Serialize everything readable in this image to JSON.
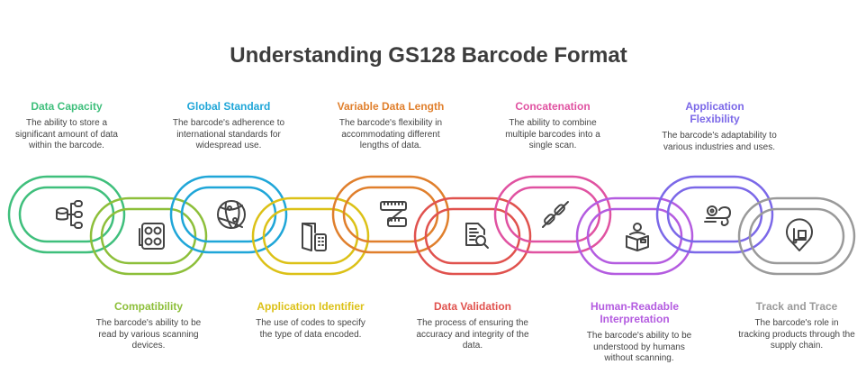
{
  "title": "Understanding GS128 Barcode Format",
  "items": [
    {
      "name": "Data Capacity",
      "desc": "The ability to store a significant amount of data within the barcode.",
      "color": "#3fbf7c",
      "row": "top",
      "icon": "database-icon"
    },
    {
      "name": "Compatibility",
      "desc": "The barcode's ability to be read by various scanning devices.",
      "color": "#8dbf3a",
      "row": "bottom",
      "icon": "outlet-icon"
    },
    {
      "name": "Global Standard",
      "desc": "The barcode's adherence to international standards for widespread use.",
      "color": "#1fa6d8",
      "row": "top",
      "icon": "globe-icon"
    },
    {
      "name": "Application Identifier",
      "desc": "The use of codes to specify the type of data encoded.",
      "color": "#dcc117",
      "row": "bottom",
      "icon": "door-keypad-icon"
    },
    {
      "name": "Variable Data Length",
      "desc": "The barcode's flexibility in accommodating different lengths of data.",
      "color": "#e07f2c",
      "row": "top",
      "icon": "measuring-tape-icon"
    },
    {
      "name": "Data Validation",
      "desc": "The process of ensuring the accuracy and integrity of the data.",
      "color": "#e0524e",
      "row": "bottom",
      "icon": "document-search-icon"
    },
    {
      "name": "Concatenation",
      "desc": "The ability to combine multiple barcodes into a single scan.",
      "color": "#e052a1",
      "row": "top",
      "icon": "chain-icon"
    },
    {
      "name": "Human-Readable Interpretation",
      "desc": "The barcode's ability to be understood by humans without scanning.",
      "color": "#b45ce0",
      "row": "bottom",
      "icon": "reader-icon"
    },
    {
      "name": "Application Flexibility",
      "desc": "The barcode's adaptability to various industries and uses.",
      "color": "#7b68e8",
      "row": "top",
      "icon": "chameleon-icon"
    },
    {
      "name": "Track and Trace",
      "desc": "The barcode's role in tracking products through the supply chain.",
      "color": "#9a9a9a",
      "row": "bottom",
      "icon": "location-pin-icon"
    }
  ]
}
